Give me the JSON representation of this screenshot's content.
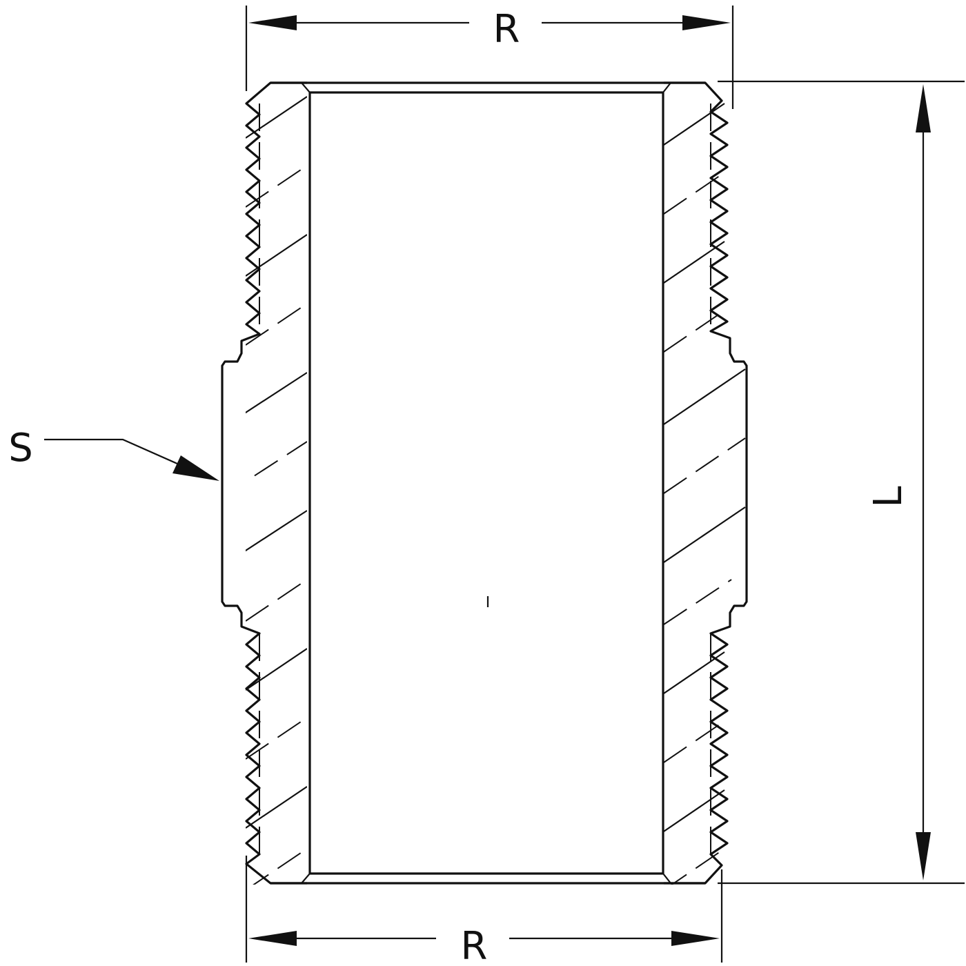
{
  "drawing": {
    "labels": {
      "top_diameter": "R",
      "bottom_diameter": "R",
      "length": "L",
      "hex_size": "S"
    }
  }
}
